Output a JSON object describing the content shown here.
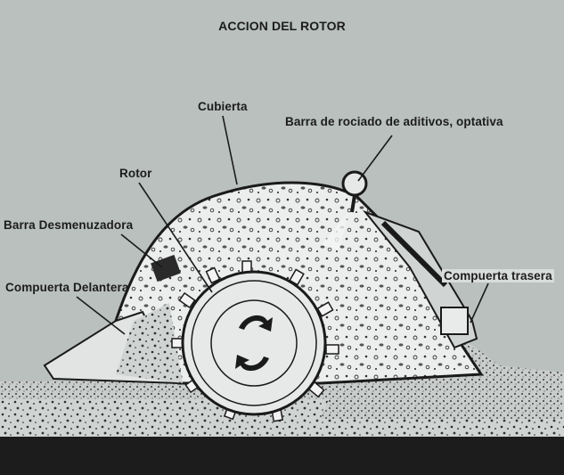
{
  "title": "ACCION DEL ROTOR",
  "labels": {
    "cubierta": "Cubierta",
    "barra_rociado": "Barra de rociado de aditivos, optativa",
    "rotor": "Rotor",
    "barra_desmenuzadora": "Barra Desmenuzadora",
    "compuerta_delantera": "Compuerta Delantera",
    "compuerta_trasera": "Compuerta trasera"
  },
  "colors": {
    "background": "#b9c0be",
    "ground_dark": "#1c1c1c",
    "line": "#1a1a1a",
    "rotor_fill": "#e6e9e7"
  }
}
